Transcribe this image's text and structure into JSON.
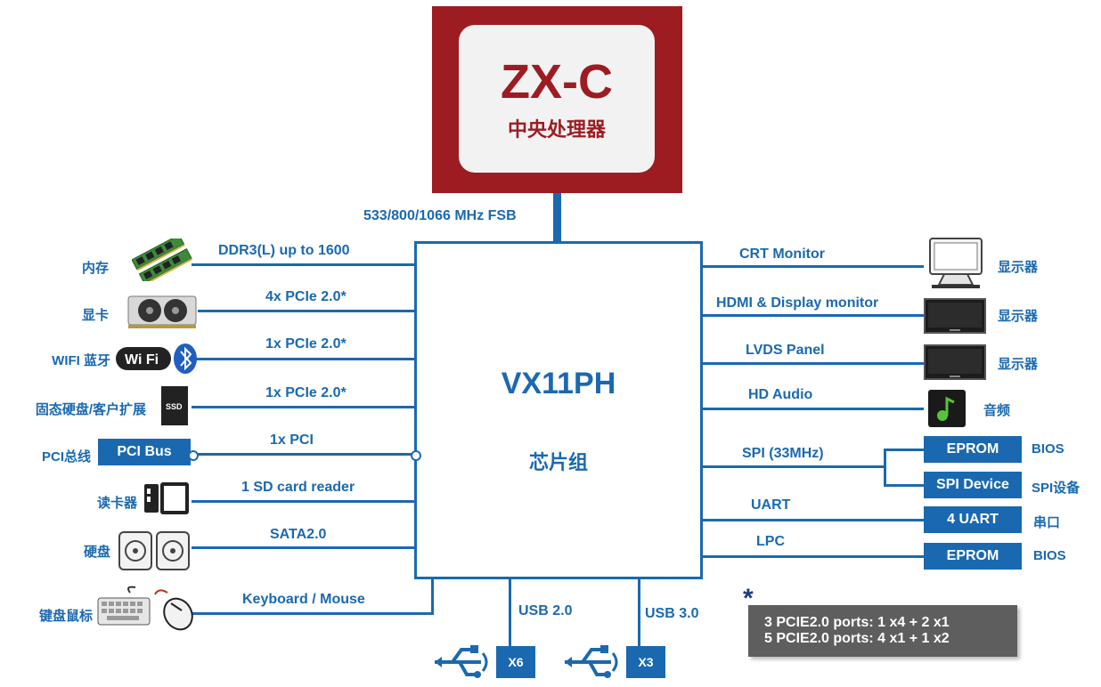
{
  "cpu": {
    "name": "ZX-C",
    "subtitle": "中央处理器"
  },
  "fsb": "533/800/1066 MHz FSB",
  "chipset": {
    "name": "VX11PH",
    "subtitle": "芯片组"
  },
  "left": {
    "memory": {
      "device": "内存",
      "bus": "DDR3(L) up to 1600"
    },
    "graphics": {
      "device": "显卡",
      "bus": "4x  PCIe 2.0*"
    },
    "wifi": {
      "device": "WIFI 蓝牙",
      "bus": "1x  PCIe 2.0*",
      "logo": "Wi Fi"
    },
    "ssd": {
      "device": "固态硬盘/客户扩展",
      "bus": "1x  PCIe 2.0*",
      "logo": "SSD"
    },
    "pci": {
      "device": "PCI总线",
      "box": "PCI Bus",
      "bus": "1x  PCI"
    },
    "sd": {
      "device": "读卡器",
      "bus": "1 SD card reader"
    },
    "sata": {
      "device": "硬盘",
      "bus": "SATA2.0"
    },
    "kbm": {
      "device": "键盘鼠标",
      "bus": "Keyboard / Mouse"
    }
  },
  "right": {
    "crt": {
      "bus": "CRT Monitor",
      "device": "显示器"
    },
    "hdmi": {
      "bus": "HDMI & Display monitor",
      "device": "显示器"
    },
    "lvds": {
      "bus": "LVDS Panel",
      "device": "显示器"
    },
    "audio": {
      "bus": "HD Audio",
      "device": "音频"
    },
    "spi": {
      "bus": "SPI (33MHz)",
      "box1": "EPROM",
      "dev1": "BIOS",
      "box2": "SPI Device",
      "dev2": "SPI设备"
    },
    "uart": {
      "bus": "UART",
      "box": "4 UART",
      "device": "串口"
    },
    "lpc": {
      "bus": "LPC",
      "box": "EPROM",
      "device": "BIOS"
    }
  },
  "usb2": {
    "label": "USB 2.0",
    "count": "X6"
  },
  "usb3": {
    "label": "USB 3.0",
    "count": "X3"
  },
  "note": {
    "star": "*",
    "line1": "3 PCIE2.0 ports: 1 x4 + 2 x1",
    "line2": "5 PCIE2.0 ports: 4 x1 + 1 x2"
  },
  "colors": {
    "blue": "#1a69b0",
    "cpu_red": "#9c1c22",
    "note_gray": "#5e5e5e"
  }
}
